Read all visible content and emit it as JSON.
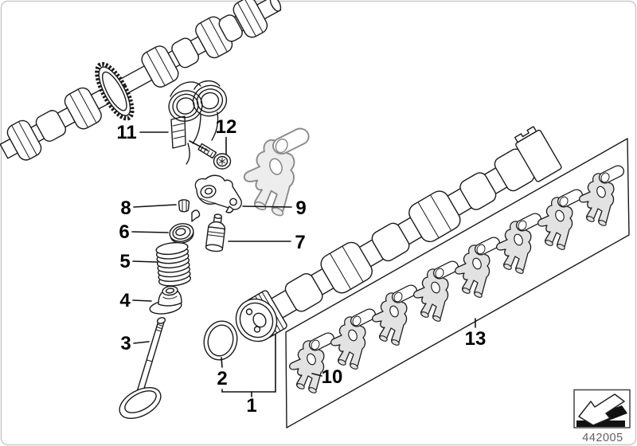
{
  "diagram": {
    "drawing_number": "442005",
    "callouts": {
      "c1": "1",
      "c2": "2",
      "c3": "3",
      "c4": "4",
      "c5": "5",
      "c6": "6",
      "c7": "7",
      "c8": "8",
      "c9": "9",
      "c10": "10",
      "c11": "11",
      "c12": "12",
      "c13": "13"
    },
    "icons": {
      "direction_arrow": "down-left-3d-arrow"
    },
    "colors": {
      "line": "#1a1a1a",
      "lever_fill": "#e2e2e2",
      "ghost_line": "#8a8a8a",
      "drawing_number_text": "#606060",
      "frame_border": "#c9c9c9",
      "background": "#ffffff"
    }
  }
}
